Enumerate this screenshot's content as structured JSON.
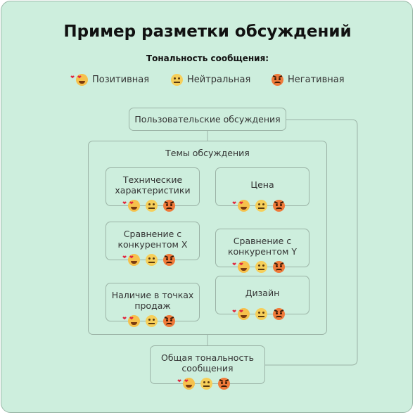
{
  "title": "Пример разметки обсуждений",
  "legend": {
    "heading": "Тональность сообщения:",
    "positive": "Позитивная",
    "neutral": "Нейтральная",
    "negative": "Негативная"
  },
  "nodes": {
    "user_discussions": "Пользовательские обсуждения",
    "topics_group": "Темы обсуждения",
    "topics": [
      "Технические\nхарактеристики",
      "Цена",
      "Сравнение с\nконкурентом Х",
      "Сравнение с\nконкурентом Y",
      "Наличие в точках\nпродаж",
      "Дизайн"
    ],
    "overall": "Общая тональность\nсообщения"
  },
  "colors": {
    "background": "#cdeedd",
    "border": "#9bb3a6"
  },
  "icons": [
    "heart-eyes-emoji-icon",
    "neutral-face-emoji-icon",
    "angry-face-emoji-icon"
  ]
}
